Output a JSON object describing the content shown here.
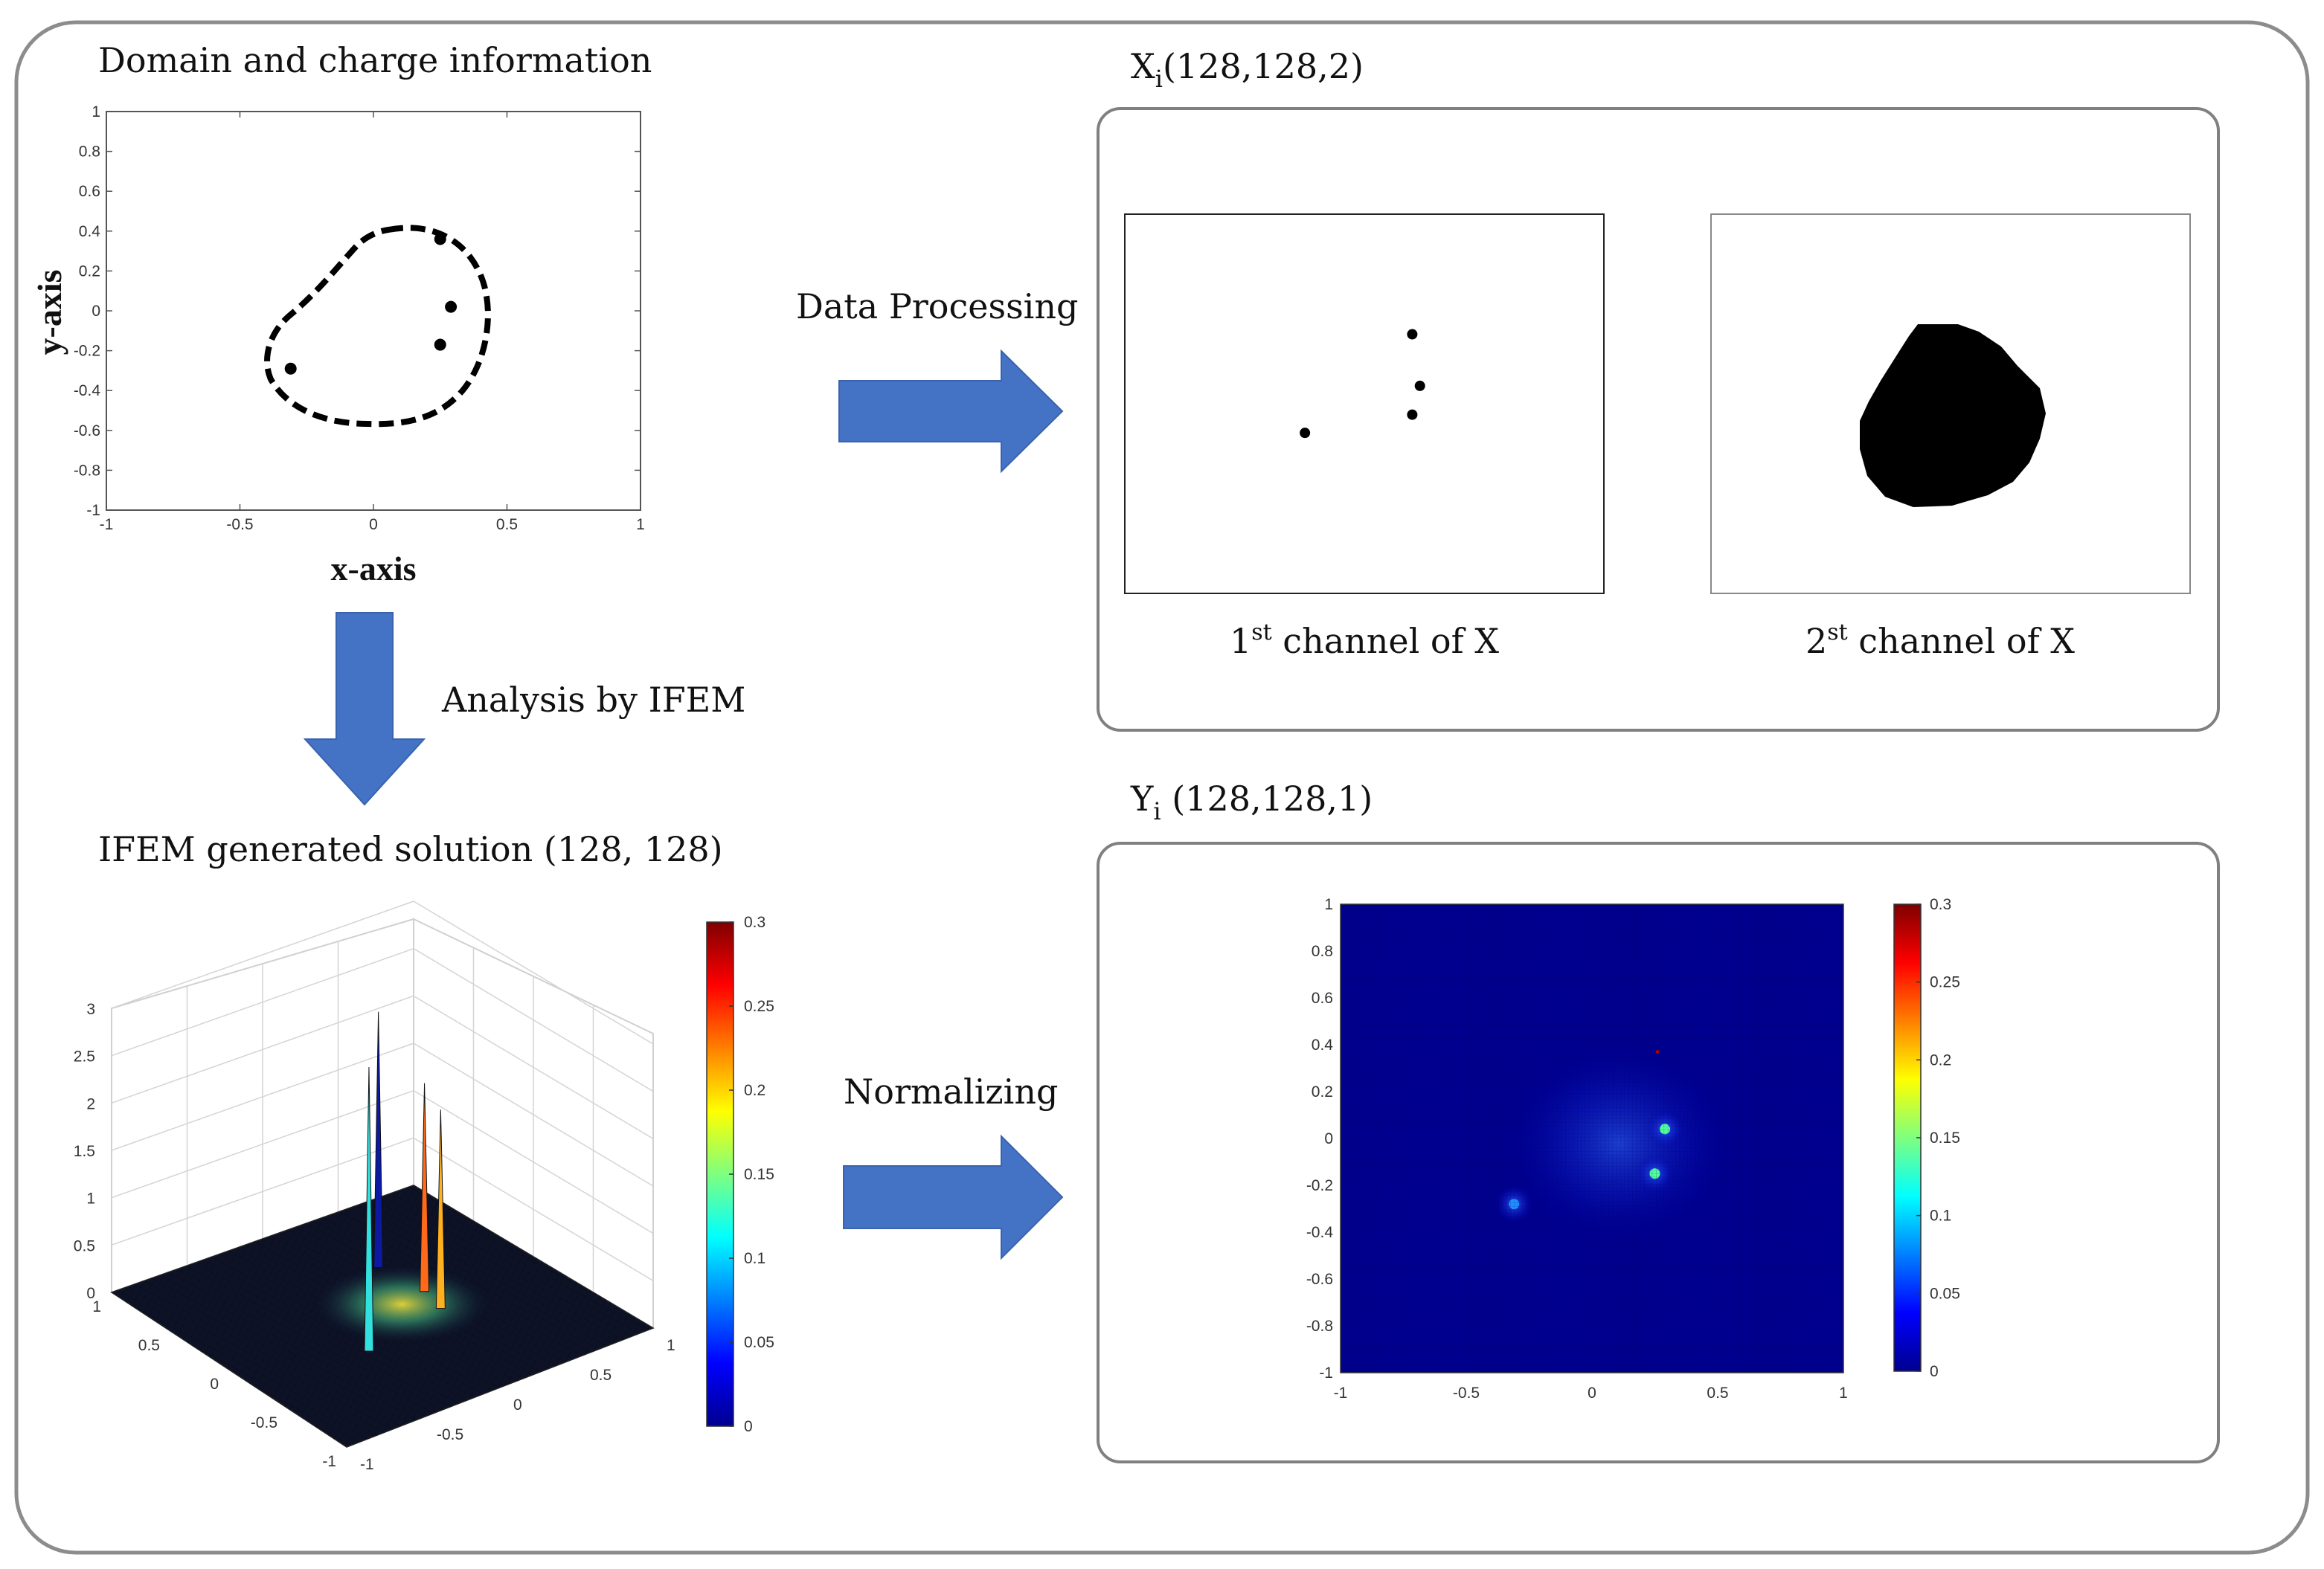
{
  "titles": {
    "domain": "Domain and charge information",
    "ifem_solution": "IFEM generated solution (128, 128)",
    "x_base": "X",
    "x_sub": "i",
    "x_dims": "(128,128,2)",
    "y_base": "Y",
    "y_sub": "i",
    "y_dims": " (128,128,1)"
  },
  "arrows": {
    "data_processing": "Data Processing",
    "analysis": "Analysis by IFEM",
    "normalizing": "Normalizing"
  },
  "channels": {
    "ch1_num": "1",
    "ch1_sup": "st",
    "ch1_rest": " channel of X",
    "ch2_num": "2",
    "ch2_sup": "st",
    "ch2_rest": " channel of X"
  },
  "colors": {
    "arrow_fill": "#4472C4",
    "panel_border": "#7f7f7f",
    "heatmap_bg": "#00008f"
  },
  "chart_data": [
    {
      "type": "scatter",
      "xlabel": "x-axis",
      "ylabel": "y-axis",
      "xlim": [
        -1,
        1
      ],
      "ylim": [
        -1,
        1
      ],
      "x_ticks": [
        "-1",
        "-0.5",
        "0",
        "0.5",
        "1"
      ],
      "y_ticks": [
        "1",
        "0.8",
        "0.6",
        "0.4",
        "0.2",
        "0",
        "-0.2",
        "-0.4",
        "-0.6",
        "-0.8",
        "-1"
      ],
      "boundary_style": "dashed closed curve",
      "charges": [
        {
          "x": -0.31,
          "y": -0.29
        },
        {
          "x": 0.25,
          "y": 0.36
        },
        {
          "x": 0.29,
          "y": 0.02
        },
        {
          "x": 0.25,
          "y": -0.17
        }
      ]
    },
    {
      "type": "surface",
      "z_ticks": [
        "3",
        "2.5",
        "2",
        "1.5",
        "1",
        "0.5",
        "0"
      ],
      "x_ticks": [
        "1",
        "0.5",
        "0",
        "-0.5",
        "-1"
      ],
      "y_ticks": [
        "1",
        "0.5",
        "0",
        "-0.5",
        "-1"
      ],
      "colorbar_ticks": [
        "0.3",
        "0.25",
        "0.2",
        "0.15",
        "0.1",
        "0.05",
        "0"
      ],
      "peaks": [
        {
          "x": -0.31,
          "y": -0.29,
          "z": 3.0
        },
        {
          "x": 0.25,
          "y": 0.36,
          "z": 2.7
        },
        {
          "x": 0.29,
          "y": 0.02,
          "z": 2.2
        },
        {
          "x": 0.25,
          "y": -0.17,
          "z": 2.1
        }
      ]
    },
    {
      "type": "heatmap",
      "xlim": [
        -1,
        1
      ],
      "ylim": [
        -1,
        1
      ],
      "x_ticks": [
        "-1",
        "-0.5",
        "0",
        "0.5",
        "1"
      ],
      "y_ticks": [
        "1",
        "0.8",
        "0.6",
        "0.4",
        "0.2",
        "0",
        "-0.2",
        "-0.4",
        "-0.6",
        "-0.8",
        "-1"
      ],
      "colorbar_ticks": [
        "0.3",
        "0.25",
        "0.2",
        "0.15",
        "0.1",
        "0.05",
        "0"
      ],
      "hotspots": [
        {
          "x": -0.31,
          "y": -0.28,
          "value": 0.12
        },
        {
          "x": 0.25,
          "y": -0.15,
          "value": 0.15
        },
        {
          "x": 0.29,
          "y": 0.04,
          "value": 0.15
        },
        {
          "x": 0.26,
          "y": 0.37,
          "value": 0.3
        }
      ]
    }
  ]
}
